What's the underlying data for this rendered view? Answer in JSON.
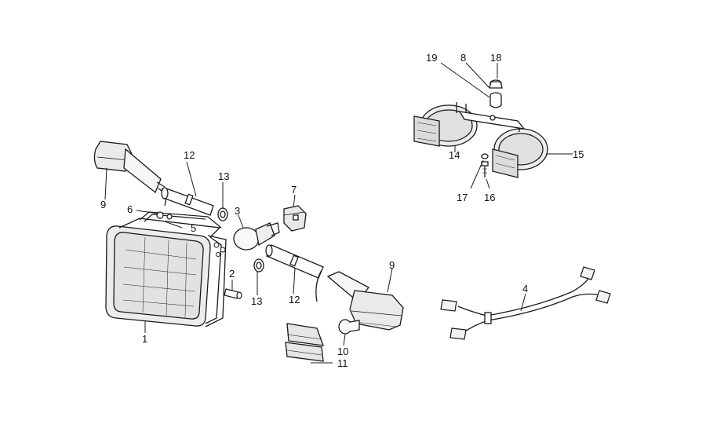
{
  "colors": {
    "ink": "#1a1a1a",
    "paper": "#ffffff"
  },
  "diagram": {
    "callouts": [
      {
        "id": "c19",
        "label": "19"
      },
      {
        "id": "c8",
        "label": "8"
      },
      {
        "id": "c18",
        "label": "18"
      },
      {
        "id": "c15",
        "label": "15"
      },
      {
        "id": "c14",
        "label": "14"
      },
      {
        "id": "c17",
        "label": "17"
      },
      {
        "id": "c16",
        "label": "16"
      },
      {
        "id": "c12a",
        "label": "12"
      },
      {
        "id": "c13a",
        "label": "13"
      },
      {
        "id": "c9a",
        "label": "9"
      },
      {
        "id": "c6",
        "label": "6"
      },
      {
        "id": "c5",
        "label": "5"
      },
      {
        "id": "c3",
        "label": "3"
      },
      {
        "id": "c7",
        "label": "7"
      },
      {
        "id": "c9b",
        "label": "9"
      },
      {
        "id": "c1",
        "label": "1"
      },
      {
        "id": "c2",
        "label": "2"
      },
      {
        "id": "c13b",
        "label": "13"
      },
      {
        "id": "c12b",
        "label": "12"
      },
      {
        "id": "c10",
        "label": "10"
      },
      {
        "id": "c11",
        "label": "11"
      },
      {
        "id": "c4",
        "label": "4"
      }
    ]
  }
}
